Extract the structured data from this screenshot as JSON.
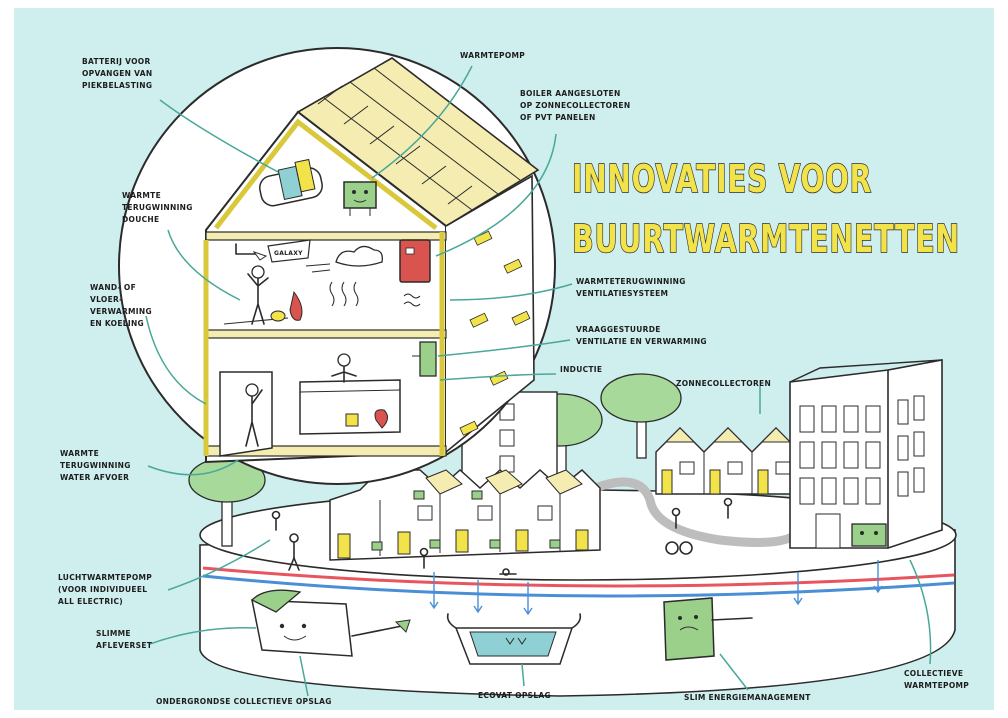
{
  "title": {
    "line1": "INNOVATIES VOOR",
    "line2": "BUURTWARMTENETTEN"
  },
  "labels": {
    "battery": [
      "BATTERIJ VOOR",
      "OPVANGEN VAN",
      "PIEKBELASTING"
    ],
    "heatpump_roof": [
      "WARMTEPOMP"
    ],
    "boiler": [
      "BOILER AANGESLOTEN",
      "OP ZONNECOLLECTOREN",
      "OF PVT PANELEN"
    ],
    "shower": [
      "WARMTE",
      "TERUGWINNING",
      "DOUCHE"
    ],
    "wall_heating": [
      "WAND- OF",
      "VLOER-",
      "VERWARMING",
      "EN KOELING"
    ],
    "ventilation_recovery": [
      "WARMTETERUGWINNING",
      "VENTILATIESYSTEEM"
    ],
    "demand_ventilation": [
      "VRAAGGESTUURDE",
      "VENTILATIE EN VERWARMING"
    ],
    "induction": [
      "INDUCTIE"
    ],
    "solar_collectors": [
      "ZONNECOLLECTOREN"
    ],
    "drain_recovery": [
      "WARMTE",
      "TERUGWINNING",
      "WATER AFVOER"
    ],
    "air_heatpump": [
      "LUCHTWARMTEPOMP",
      "(VOOR INDIVIDUEEL",
      "ALL ELECTRIC)"
    ],
    "smart_delivery": [
      "SLIMME",
      "AFLEVERSET"
    ],
    "underground_storage": [
      "ONDERGRONDSE COLLECTIEVE OPSLAG"
    ],
    "ecovat": [
      "ECOVAT OPSLAG"
    ],
    "energy_mgmt": [
      "SLIM ENERGIEMANAGEMENT"
    ],
    "collective_heatpump": [
      "COLLECTIEVE",
      "WARMTEPOMP"
    ]
  },
  "bubble_text": "GALAXY",
  "colors": {
    "background": "#cfeeee",
    "title_fill": "#f3e34a",
    "leader_line": "#4aa89a",
    "pipe_hot": "#e8555f",
    "pipe_cold": "#4a8fd6",
    "panel_yellow": "#f4ecb0",
    "box_green": "#9bd08a",
    "boiler_red": "#d9534f"
  }
}
